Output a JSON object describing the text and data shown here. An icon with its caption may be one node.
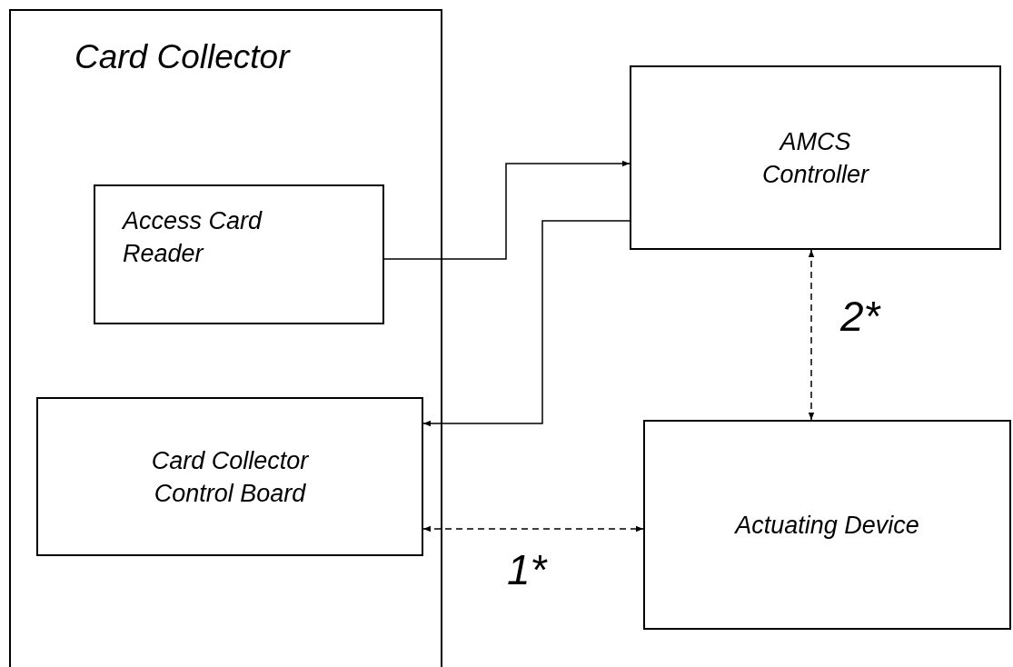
{
  "diagram": {
    "nodes": [
      {
        "text": [
          "Card Collector"
        ]
      },
      {
        "text": [
          "Access Card Reader"
        ],
        "in": 0
      },
      {
        "text": [
          "Card Collector Control Board"
        ],
        "in": 0
      },
      {
        "text": [
          "AMCS Controller"
        ]
      },
      {
        "text": [
          "Actuating Device"
        ]
      }
    ],
    "edges": [
      {
        "from": 1,
        "to": 3,
        "arrow": "to"
      },
      {
        "from": 3,
        "to": 2,
        "arrow": "to"
      },
      {
        "from": 2,
        "to": 4,
        "arrow": "both",
        "style": "dashed",
        "label": "1*"
      },
      {
        "from": 3,
        "to": 4,
        "arrow": "both",
        "style": "dashed",
        "label": "2*"
      }
    ]
  }
}
